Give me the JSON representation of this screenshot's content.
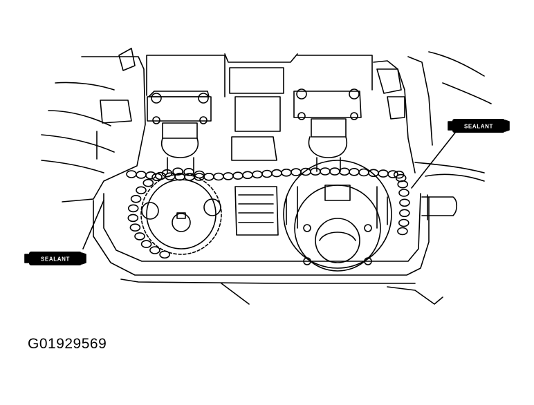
{
  "diagram": {
    "callouts": [
      {
        "id": "right",
        "label": "SEALANT"
      },
      {
        "id": "left",
        "label": "SEALANT"
      }
    ],
    "figure_id": "G01929569",
    "colors": {
      "ink": "#000000",
      "paper": "#ffffff"
    }
  }
}
